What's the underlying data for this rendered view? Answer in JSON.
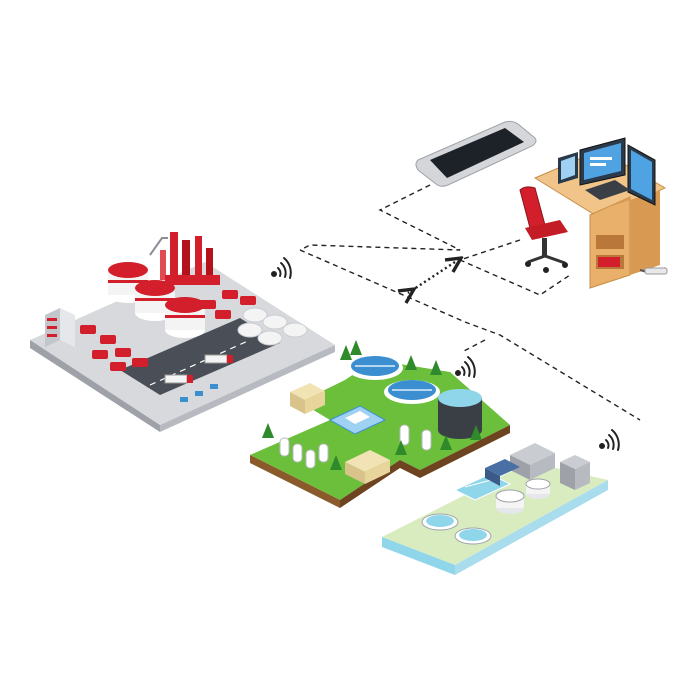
{
  "diagram": {
    "nodes": [
      {
        "id": "smartphone",
        "label": ""
      },
      {
        "id": "control-workstation",
        "label": ""
      },
      {
        "id": "refinery-plant",
        "label": ""
      },
      {
        "id": "water-treatment-plant",
        "label": ""
      },
      {
        "id": "wastewater-treatment-plant",
        "label": ""
      }
    ],
    "edges": [
      {
        "from": "smartphone",
        "to": "refinery-plant",
        "style": "dashed"
      },
      {
        "from": "control-workstation",
        "to": "wastewater-treatment-plant",
        "style": "dashed"
      },
      {
        "from": "control-workstation",
        "to": "water-treatment-plant",
        "style": "dashed"
      },
      {
        "from": "control-workstation",
        "to": "refinery-plant",
        "style": "bidirectional-dotted"
      }
    ],
    "icons": [
      "wifi-signal-icon",
      "smartphone-icon",
      "office-chair-icon",
      "monitor-icon"
    ]
  },
  "colors": {
    "accent_red": "#d21f2b",
    "grass_green": "#6cbf3a",
    "water_blue": "#3b8fd1",
    "pool_cyan": "#8fd6ea",
    "concrete_gray": "#c9ccd1",
    "dark_gray": "#4a4f57",
    "desk_wood": "#e8b06a"
  }
}
